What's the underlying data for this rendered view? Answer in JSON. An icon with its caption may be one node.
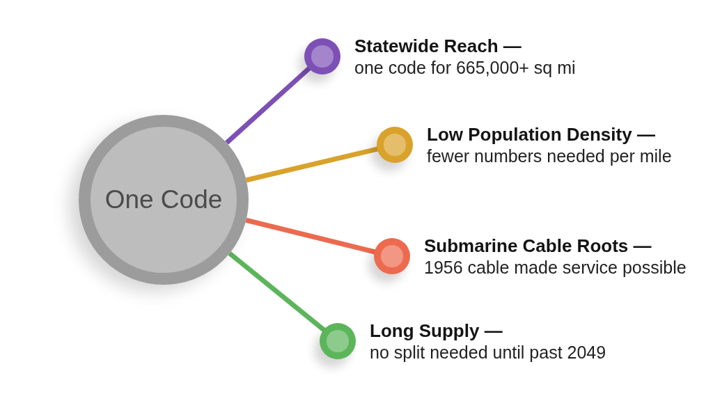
{
  "diagram": {
    "nodes": [
      {
        "text": [
          "One Code"
        ]
      },
      {
        "text": [],
        "shape": "circle",
        "beside": [
          "Statewide Reach —",
          "one code for 665,000+ sq mi"
        ]
      },
      {
        "text": [],
        "shape": "circle",
        "beside": [
          "Low Population Density —",
          "fewer numbers needed per mile"
        ]
      },
      {
        "text": [],
        "shape": "circle",
        "beside": [
          "Submarine Cable Roots —",
          "1956 cable made service possible"
        ]
      },
      {
        "text": [],
        "shape": "circle",
        "beside": [
          "Long Supply —",
          "no split needed until past 2049"
        ]
      }
    ],
    "edges": [
      {
        "from": 0,
        "to": 1,
        "arrow": "none",
        "color": "#7d50b6"
      },
      {
        "from": 0,
        "to": 2,
        "arrow": "none",
        "color": "#d9a22a"
      },
      {
        "from": 0,
        "to": 3,
        "arrow": "none",
        "color": "#ec6a4f"
      },
      {
        "from": 0,
        "to": 4,
        "arrow": "none",
        "color": "#5cb55a"
      }
    ]
  }
}
